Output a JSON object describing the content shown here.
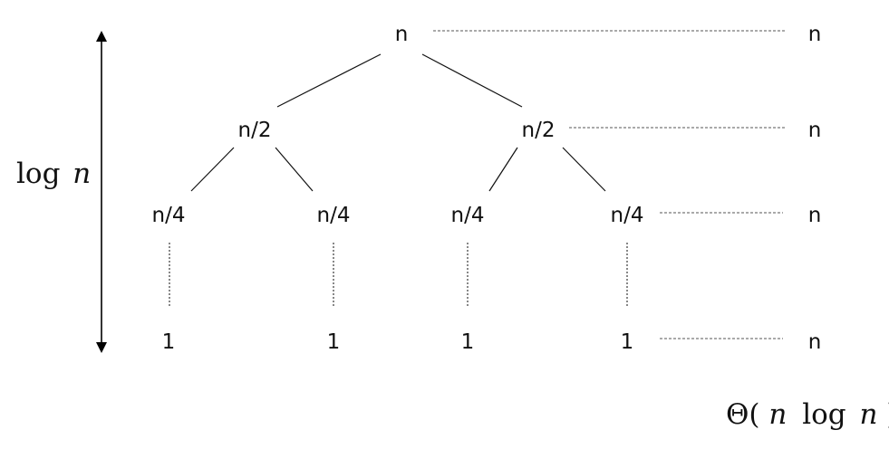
{
  "tree": {
    "root": "n",
    "level1": [
      "n/2",
      "n/2"
    ],
    "level2": [
      "n/4",
      "n/4",
      "n/4",
      "n/4"
    ],
    "leaves": [
      "1",
      "1",
      "1",
      "1"
    ]
  },
  "level_costs": [
    "n",
    "n",
    "n",
    "n"
  ],
  "height_label": {
    "func": "log",
    "var": "n"
  },
  "total": {
    "theta": "Θ(",
    "var_a": "n",
    "func": "log",
    "var_b": "n",
    "close": ")"
  }
}
